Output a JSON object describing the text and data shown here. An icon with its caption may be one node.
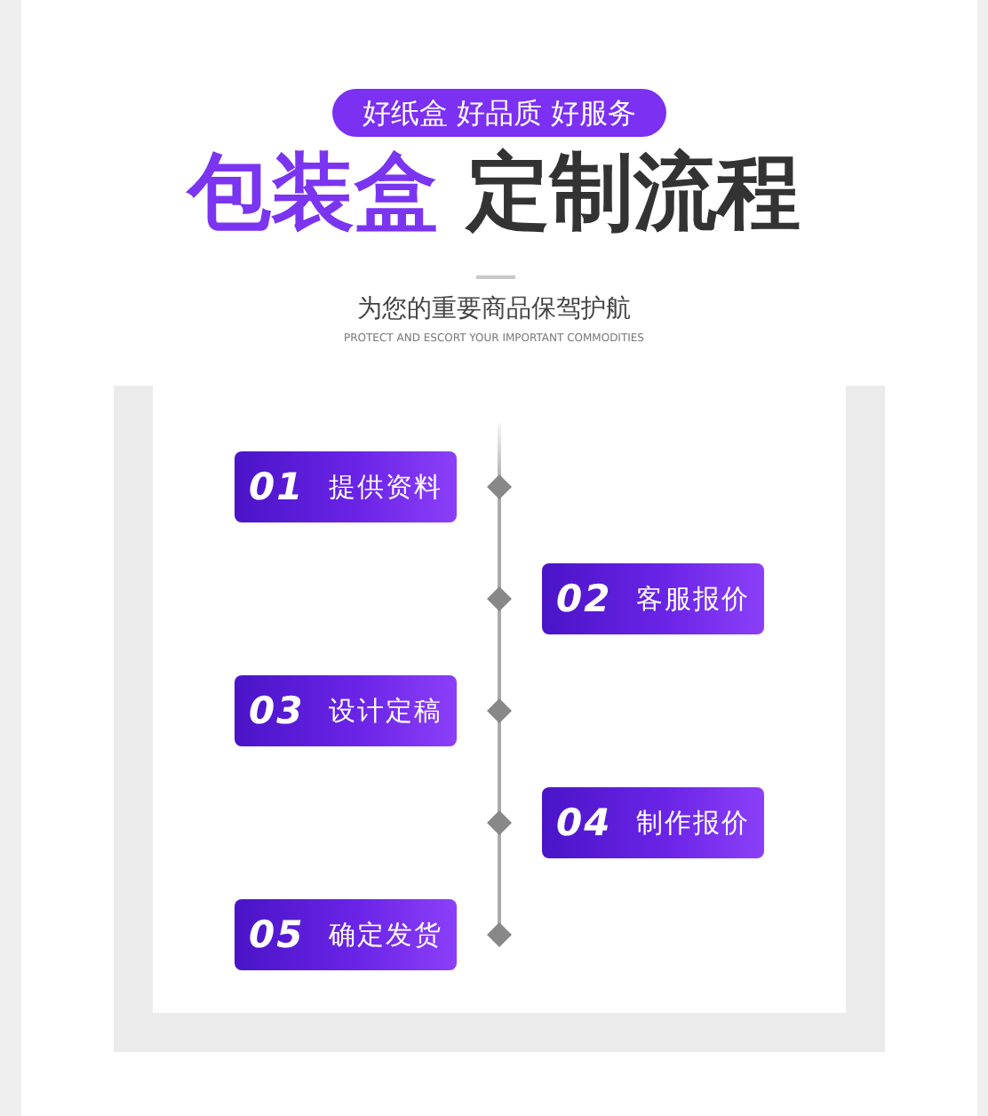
{
  "diagram": {
    "title": "包装盒 定制流程",
    "nodes": [
      {
        "text": [
          "01",
          "提供资料"
        ]
      },
      {
        "text": [
          "02",
          "客服报价"
        ]
      },
      {
        "text": [
          "03",
          "设计定稿"
        ]
      },
      {
        "text": [
          "04",
          "制作报价"
        ]
      },
      {
        "text": [
          "05",
          "确定发货"
        ]
      }
    ],
    "labels": [
      "好纸盒 好品质 好服务",
      "为您的重要商品保驾护航",
      "PROTECT AND ESCORT YOUR IMPORTANT COMMODITIES"
    ]
  }
}
